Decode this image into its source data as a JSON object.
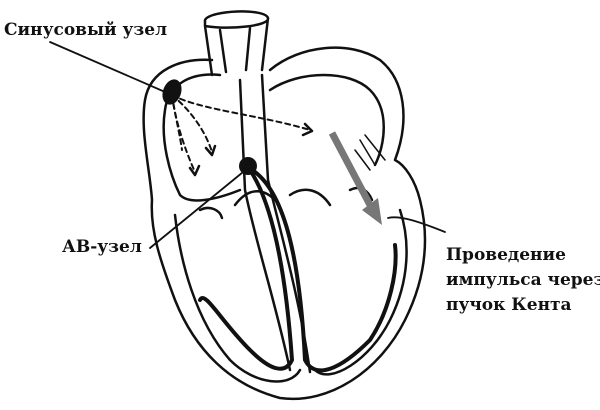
{
  "labels": {
    "sinus_node": "Синусовый узел",
    "av_node": "АВ-узел",
    "kent": {
      "line1": "Проведение",
      "line2": "импульса через",
      "line3": "пучок Кента"
    }
  },
  "colors": {
    "ink": "#111111",
    "kent_arrow": "#777777"
  }
}
